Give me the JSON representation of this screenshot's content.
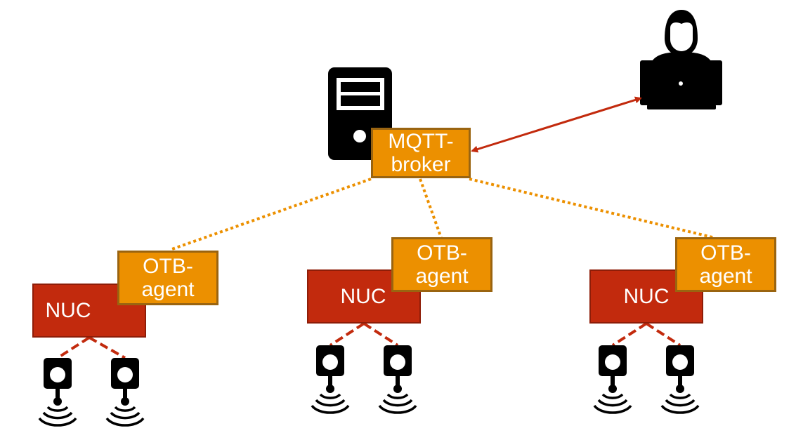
{
  "broker": {
    "label": "MQTT-\nbroker",
    "server_icon": "server-icon"
  },
  "user": {
    "icon": "user-laptop-icon"
  },
  "nodes": [
    {
      "nuc_label": "NUC",
      "agent_label": "OTB-\nagent"
    },
    {
      "nuc_label": "NUC",
      "agent_label": "OTB-\nagent"
    },
    {
      "nuc_label": "NUC",
      "agent_label": "OTB-\nagent"
    }
  ],
  "sensor_icon": "wireless-sensor-icon",
  "colors": {
    "agent_fill": "#ec9000",
    "nuc_fill": "#c22a0d",
    "mqtt_link": "#ec9000",
    "sensor_link": "#c22a0d",
    "user_link": "#c22a0d",
    "icon": "#000000"
  }
}
